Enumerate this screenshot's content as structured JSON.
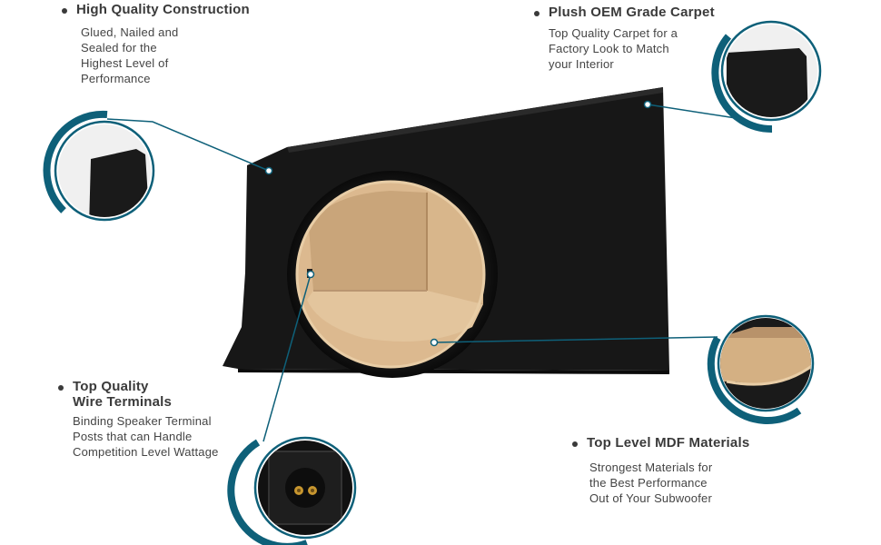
{
  "features": [
    {
      "id": "construction",
      "title_lines": [
        "High Quality Construction"
      ],
      "body_lines": [
        "Glued, Nailed and",
        "Sealed for the",
        "Highest Level of",
        "Performance"
      ]
    },
    {
      "id": "carpet",
      "title_lines": [
        "Plush OEM Grade Carpet"
      ],
      "body_lines": [
        "Top Quality Carpet for a",
        "Factory Look to Match",
        "your Interior"
      ]
    },
    {
      "id": "terminals",
      "title_lines": [
        "Top Quality",
        "Wire Terminals"
      ],
      "body_lines": [
        "Binding Speaker Terminal",
        "Posts that can Handle",
        "Competition Level Wattage"
      ]
    },
    {
      "id": "mdf",
      "title_lines": [
        "Top Level MDF Materials"
      ],
      "body_lines": [
        "Strongest Materials for",
        "the Best Performance",
        "Out of  Your Subwoofer"
      ]
    }
  ],
  "colors": {
    "accent": "#0e6079",
    "carpet": "#151515",
    "mdf": "#d9b78e",
    "text": "#3a3a3a"
  },
  "icons": {
    "bullet": "dot-bullet-icon",
    "terminal": "speaker-terminal-icon"
  }
}
